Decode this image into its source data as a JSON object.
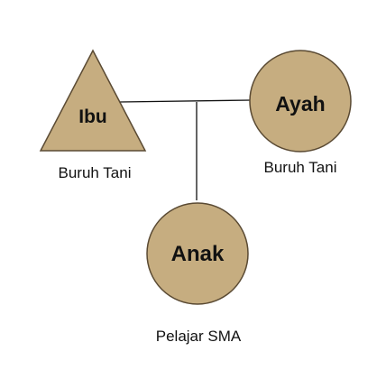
{
  "colors": {
    "node_fill": "#c6ad80",
    "node_stroke": "#5a4a33",
    "line": "#111111"
  },
  "nodes": {
    "ibu": {
      "name": "Ibu",
      "occupation": "Buruh Tani",
      "shape": "triangle"
    },
    "ayah": {
      "name": "Ayah",
      "occupation": "Buruh Tani",
      "shape": "circle"
    },
    "anak": {
      "name": "Anak",
      "occupation": "Pelajar SMA",
      "shape": "circle"
    }
  }
}
